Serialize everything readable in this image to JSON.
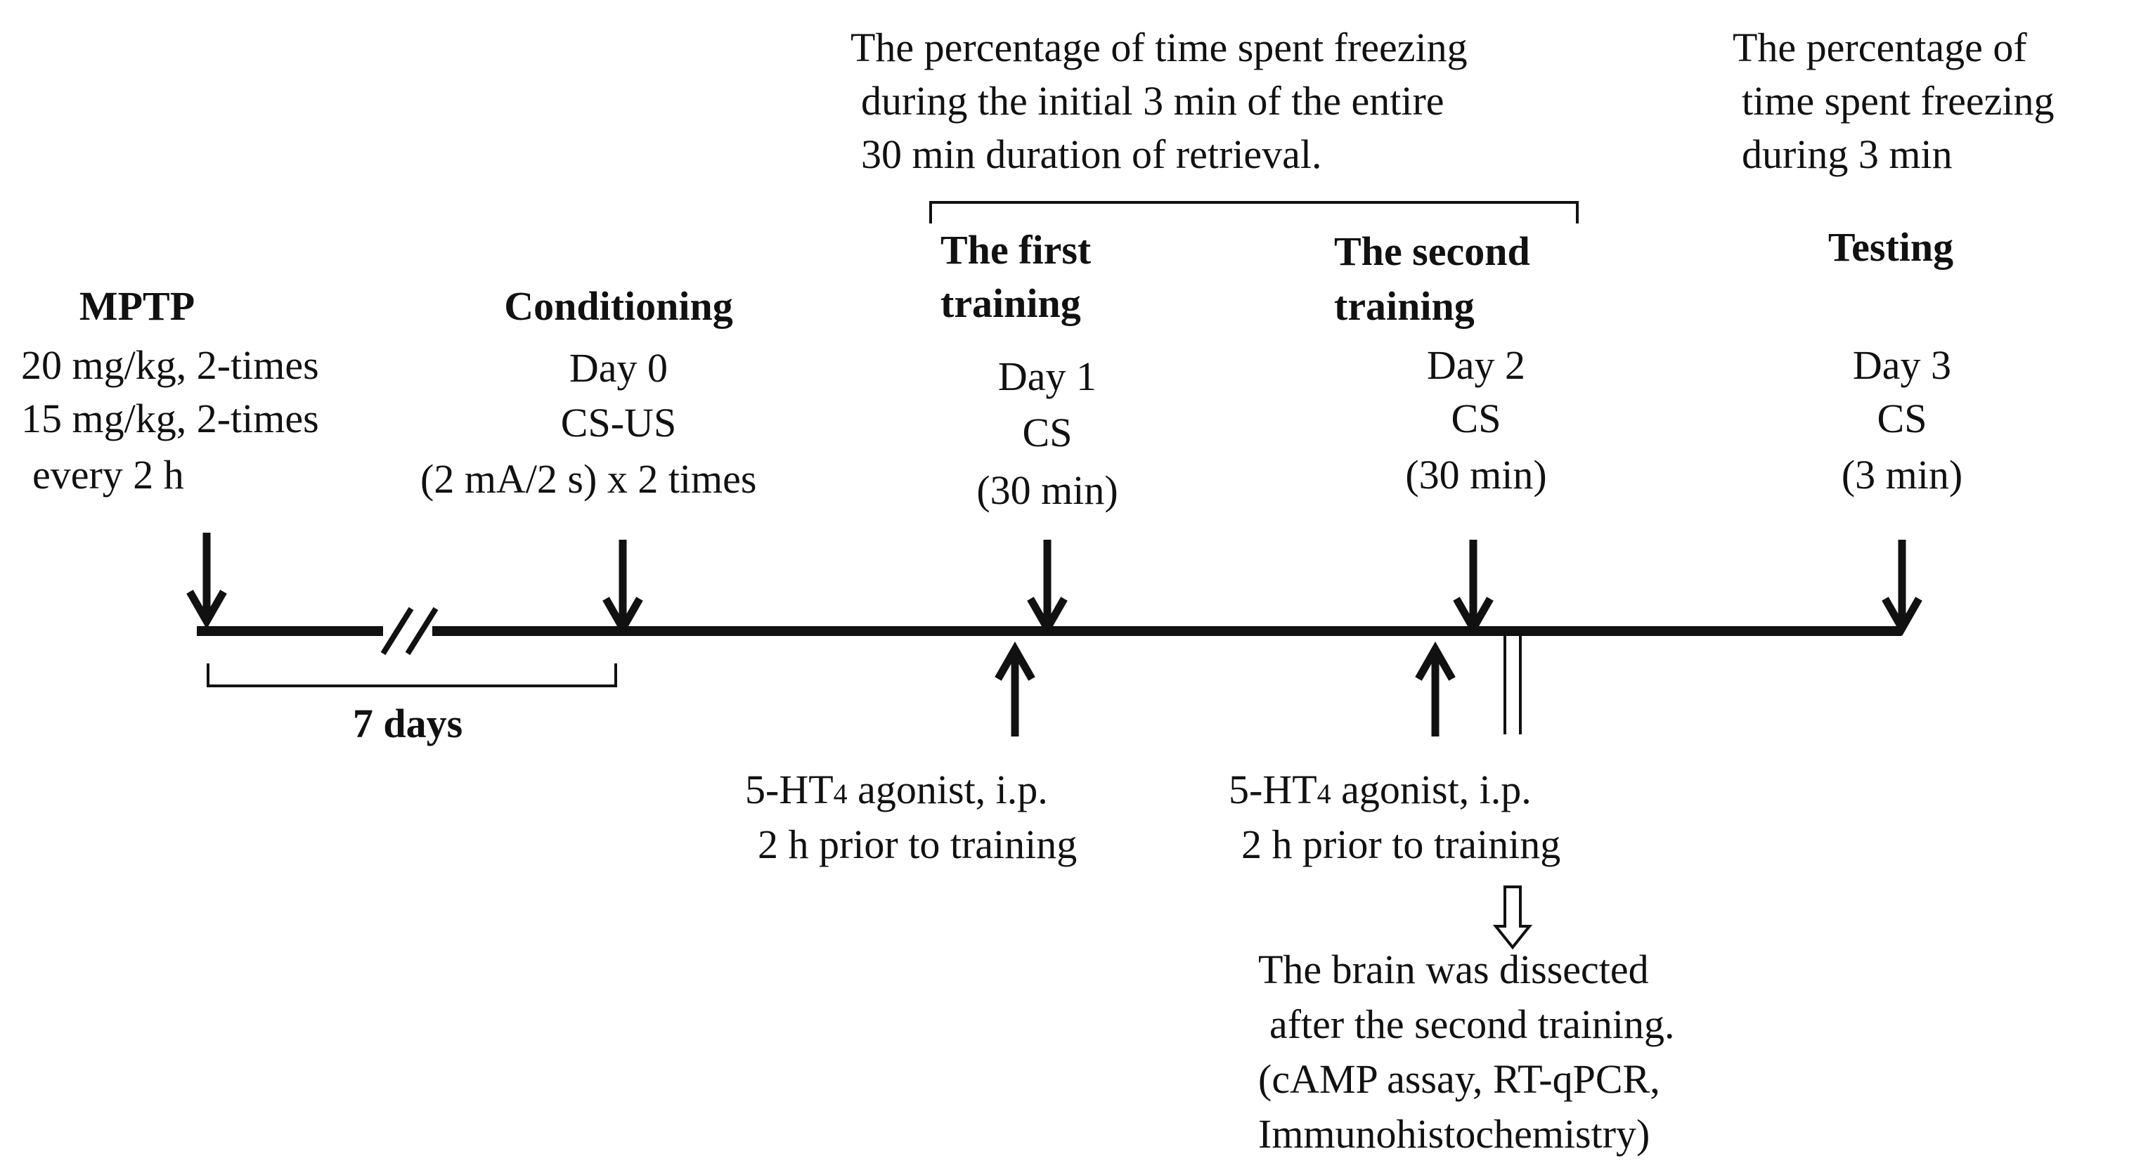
{
  "top_notes": {
    "retrieval_note": [
      "The percentage of time spent freezing",
      "during the initial 3 min of the entire",
      "30 min duration of retrieval."
    ],
    "testing_note": [
      "The percentage of",
      "time spent freezing",
      "during 3 min"
    ]
  },
  "events": {
    "mptp": {
      "title": "MPTP",
      "lines": [
        "20 mg/kg, 2-times",
        "15 mg/kg, 2-times",
        "every 2 h"
      ]
    },
    "conditioning": {
      "title": "Conditioning",
      "lines": [
        "Day 0",
        "CS-US",
        "(2 mA/2 s) x 2 times"
      ]
    },
    "first_training": {
      "title_lines": [
        "The first",
        "training"
      ],
      "lines": [
        "Day 1",
        "CS",
        "(30 min)"
      ]
    },
    "second_training": {
      "title_lines": [
        "The second",
        "training"
      ],
      "lines": [
        "Day 2",
        "CS",
        "(30 min)"
      ]
    },
    "testing": {
      "title": "Testing",
      "lines": [
        "Day 3",
        "CS",
        "(3 min)"
      ]
    }
  },
  "interval_label": "7 days",
  "agonist_notes": [
    {
      "line1_prefix": "5-HT",
      "line1_sub": "4",
      "line1_suffix": " agonist, i.p.",
      "line2": "2 h prior to training"
    },
    {
      "line1_prefix": "5-HT",
      "line1_sub": "4",
      "line1_suffix": " agonist, i.p.",
      "line2": "2 h prior to training"
    }
  ],
  "dissection_note": [
    "The brain was dissected",
    "after the second training.",
    "(cAMP assay, RT-qPCR,",
    "Immunohistochemistry)"
  ],
  "colors": {
    "line": "#111111",
    "background": "#ffffff"
  }
}
